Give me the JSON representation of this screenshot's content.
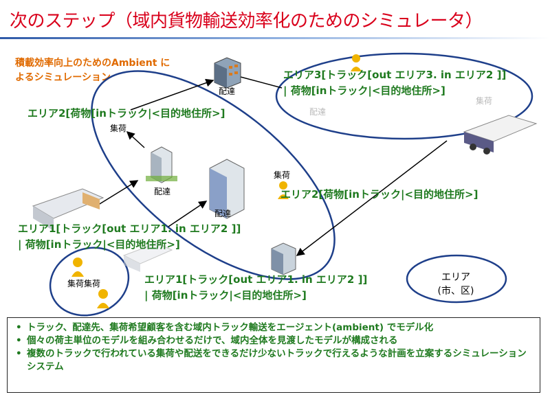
{
  "title": "次のステップ（域内貨物輸送効率化のためのシミュレータ）",
  "subtitle": {
    "line1": "積載効率向上のためのAmbient に",
    "line2": "よるシミュレーション"
  },
  "labels": {
    "area3_l1": "エリア3[トラック[out エリア3. in エリア2 ]]",
    "area3_l2": "| 荷物[inトラック|<目的地住所>]",
    "area2_top": "エリア2[荷物[inトラック|<目的地住所>]",
    "area2_mid": "エリア2[荷物[inトラック|<目的地住所>]",
    "area1_a_l1": "エリア1[トラック[out エリア1. in エリア2 ]]",
    "area1_a_l2": "| 荷物[inトラック|<目的地住所>]",
    "area1_b_l1": "エリア1[トラック[out エリア1. in エリア2 ]]",
    "area1_b_l2": "| 荷物[inトラック|<目的地住所>]"
  },
  "small_labels": {
    "pickup_top": "集荷",
    "delivery_mid": "配達",
    "delivery_top": "配達",
    "delivery_bldg": "配達",
    "pickup_mid": "集荷",
    "pickup_bottom": "集荷集荷",
    "faint_delivery": "配達",
    "faint_pickup": "集荷"
  },
  "legend": {
    "line1": "エリア",
    "line2": "(市、区)"
  },
  "bullets": [
    "トラック、配達先、集荷希望顧客を含む域内トラック輸送をエージェント(ambient) でモデル化",
    "個々の荷主単位のモデルを組み合わせるだけで、域内全体を見渡したモデルが構成される",
    "複数のトラックで行われている集荷や配送をできるだけ少ないトラックで行えるような計画を立案するシミュレーションシステム"
  ],
  "colors": {
    "title": "#d9001b",
    "subtitle": "#e06a00",
    "labels": "#1f7a1f",
    "ellipse": "#1e3f8a"
  }
}
